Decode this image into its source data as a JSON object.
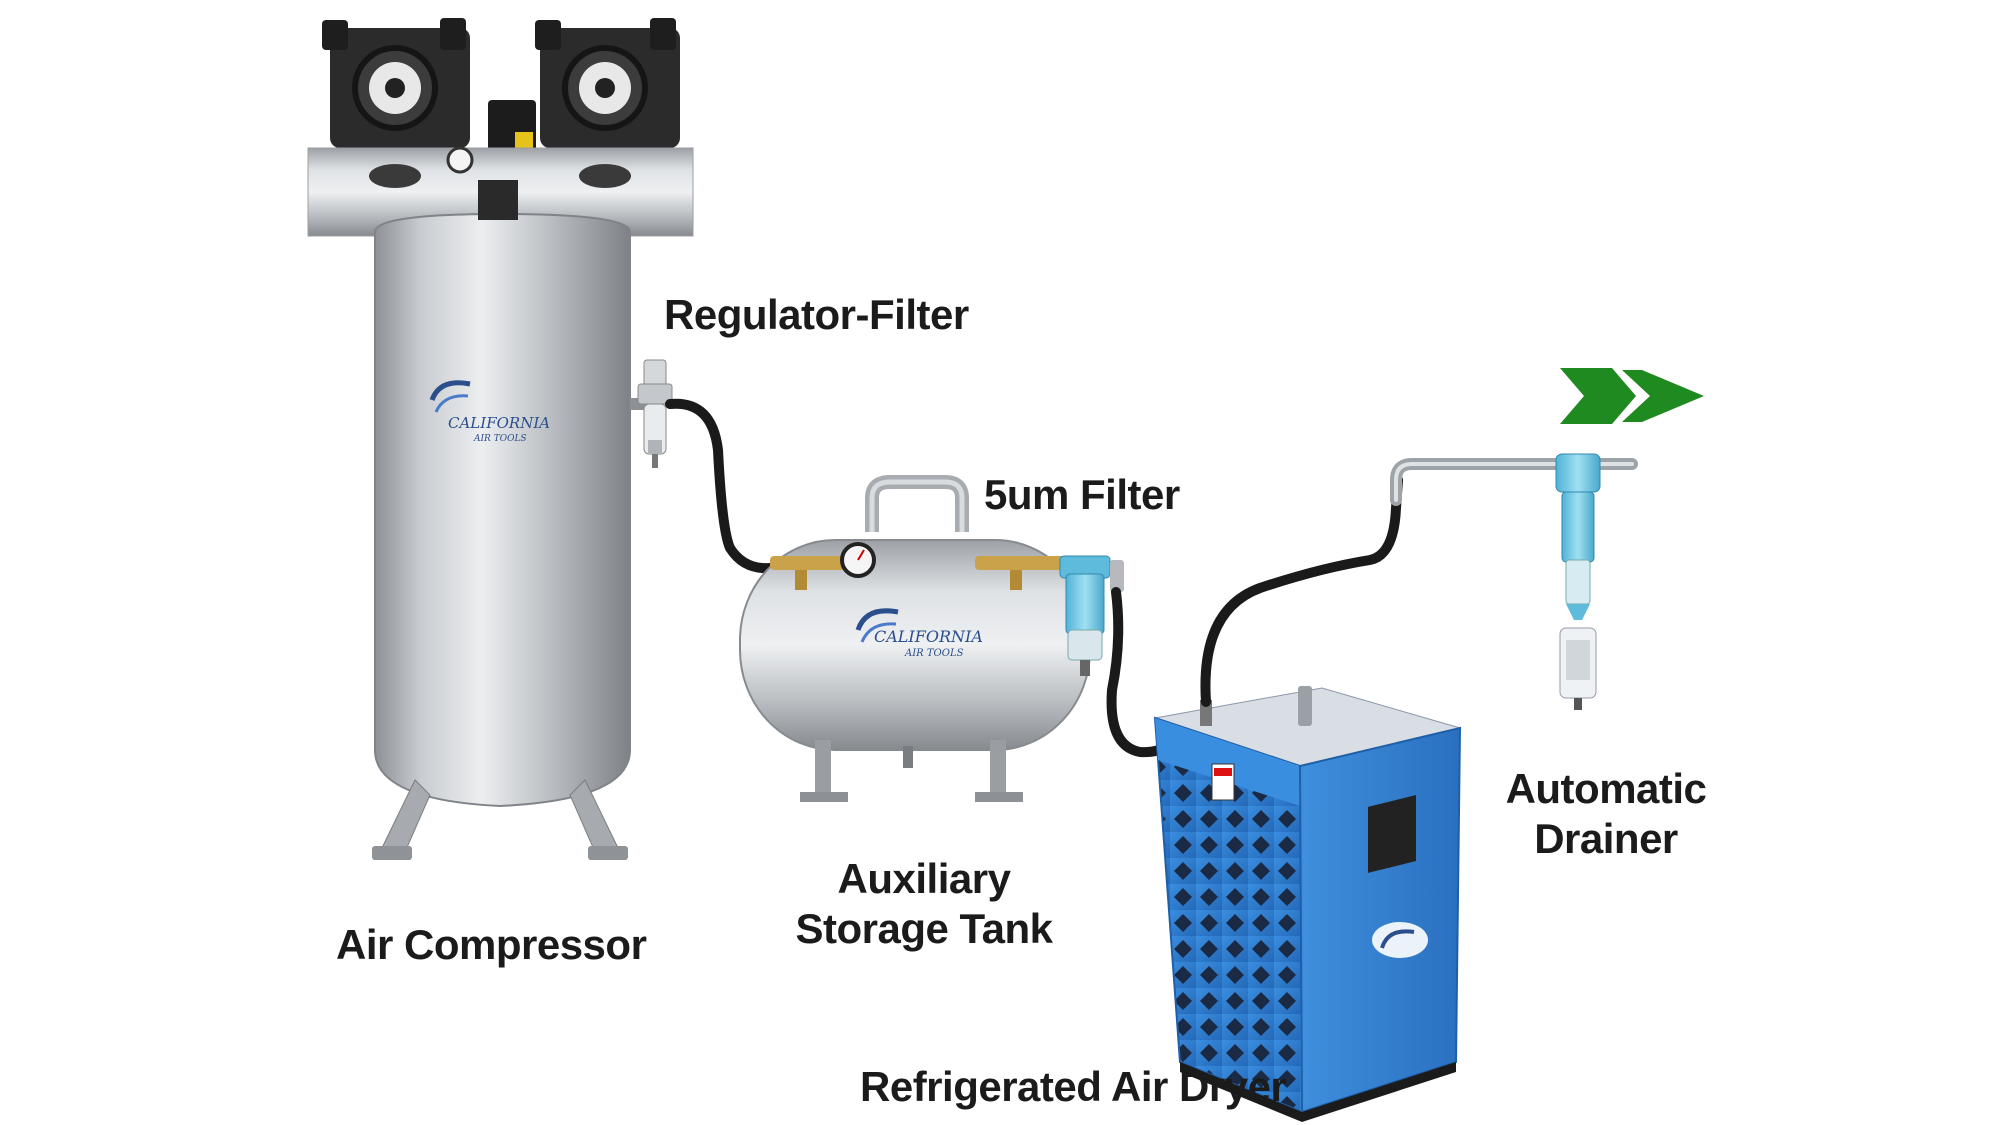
{
  "labels": {
    "air_compressor": "Air Compressor",
    "regulator_filter": "Regulator-Filter",
    "filter_5um": "5um Filter",
    "aux_tank_line1": "Auxiliary",
    "aux_tank_line2": "Storage Tank",
    "drainer_line1": "Automatic",
    "drainer_line2": "Drainer",
    "air_dryer": "Refrigerated Air Dryer"
  },
  "brand": {
    "logo_main": "CALIFORNIA",
    "logo_sub": "AIR TOOLS"
  },
  "colors": {
    "steel_light": "#e4e6e8",
    "steel_mid": "#b8bcc0",
    "steel_dark": "#8d9196",
    "dryer_blue": "#2f7fd0",
    "dryer_blue_dark": "#1f5fa8",
    "hose": "#1a1a1a",
    "filter_blue": "#7fd0ea",
    "arrow_green": "#1f8a1f",
    "brass": "#c9a24a",
    "label_text": "#1b1b1b"
  },
  "icons": {
    "flow_arrow": "double-chevron-arrow-right"
  }
}
